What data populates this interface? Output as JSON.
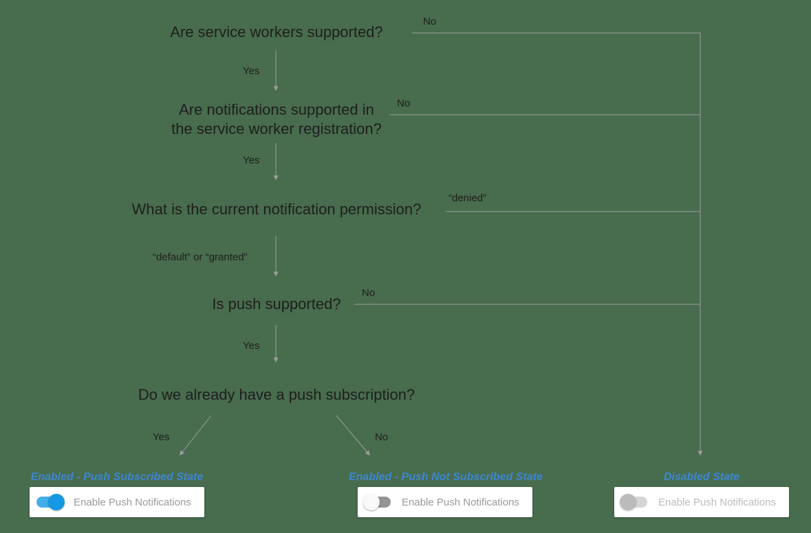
{
  "colors": {
    "background": "#486c4e",
    "connector": "#9e9e9e",
    "question_text": "#1e1e1e",
    "state_label_blue": "#3d87d2",
    "card_bg": "#ffffff",
    "card_text": "#97999b",
    "card_text_disabled": "#b9bbbd",
    "toggle_on_knob": "#1697e2",
    "toggle_on_track": "#45aee9",
    "toggle_off_knob": "#fafafa",
    "toggle_off_track": "#949494",
    "toggle_disabled_knob": "#bbbbbb",
    "toggle_disabled_track": "#d5d5d5"
  },
  "flowchart": {
    "q1": {
      "text": "Are service workers supported?",
      "yes_label": "Yes",
      "no_label": "No"
    },
    "q2": {
      "line1": "Are notifications supported in",
      "line2": "the service worker registration?",
      "yes_label": "Yes",
      "no_label": "No"
    },
    "q3": {
      "text": "What is the current notification permission?",
      "down_label": "“default” or “granted”",
      "right_label": "“denied”"
    },
    "q4": {
      "text": "Is push supported?",
      "yes_label": "Yes",
      "no_label": "No"
    },
    "q5": {
      "text": "Do we already have a push subscription?",
      "yes_label": "Yes",
      "no_label": "No"
    }
  },
  "states": {
    "subscribed": {
      "label": "Enabled - Push Subscribed State",
      "toggle_state": "on",
      "control_label": "Enable Push Notifications"
    },
    "not_subscribed": {
      "label": "Enabled - Push Not Subscribed State",
      "toggle_state": "off",
      "control_label": "Enable Push Notifications"
    },
    "disabled": {
      "label": "Disabled State",
      "toggle_state": "disabled",
      "control_label": "Enable Push Notifications"
    }
  }
}
